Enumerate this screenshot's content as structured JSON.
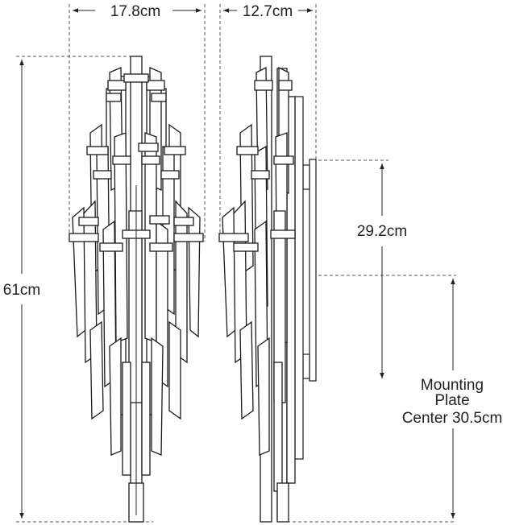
{
  "dimensions": {
    "front_width": "17.8cm",
    "side_depth": "12.7cm",
    "overall_height": "61cm",
    "plate_height": "29.2cm",
    "mounting_line1": "Mounting",
    "mounting_line2": "Plate",
    "mounting_line3": "Center 30.5cm"
  }
}
